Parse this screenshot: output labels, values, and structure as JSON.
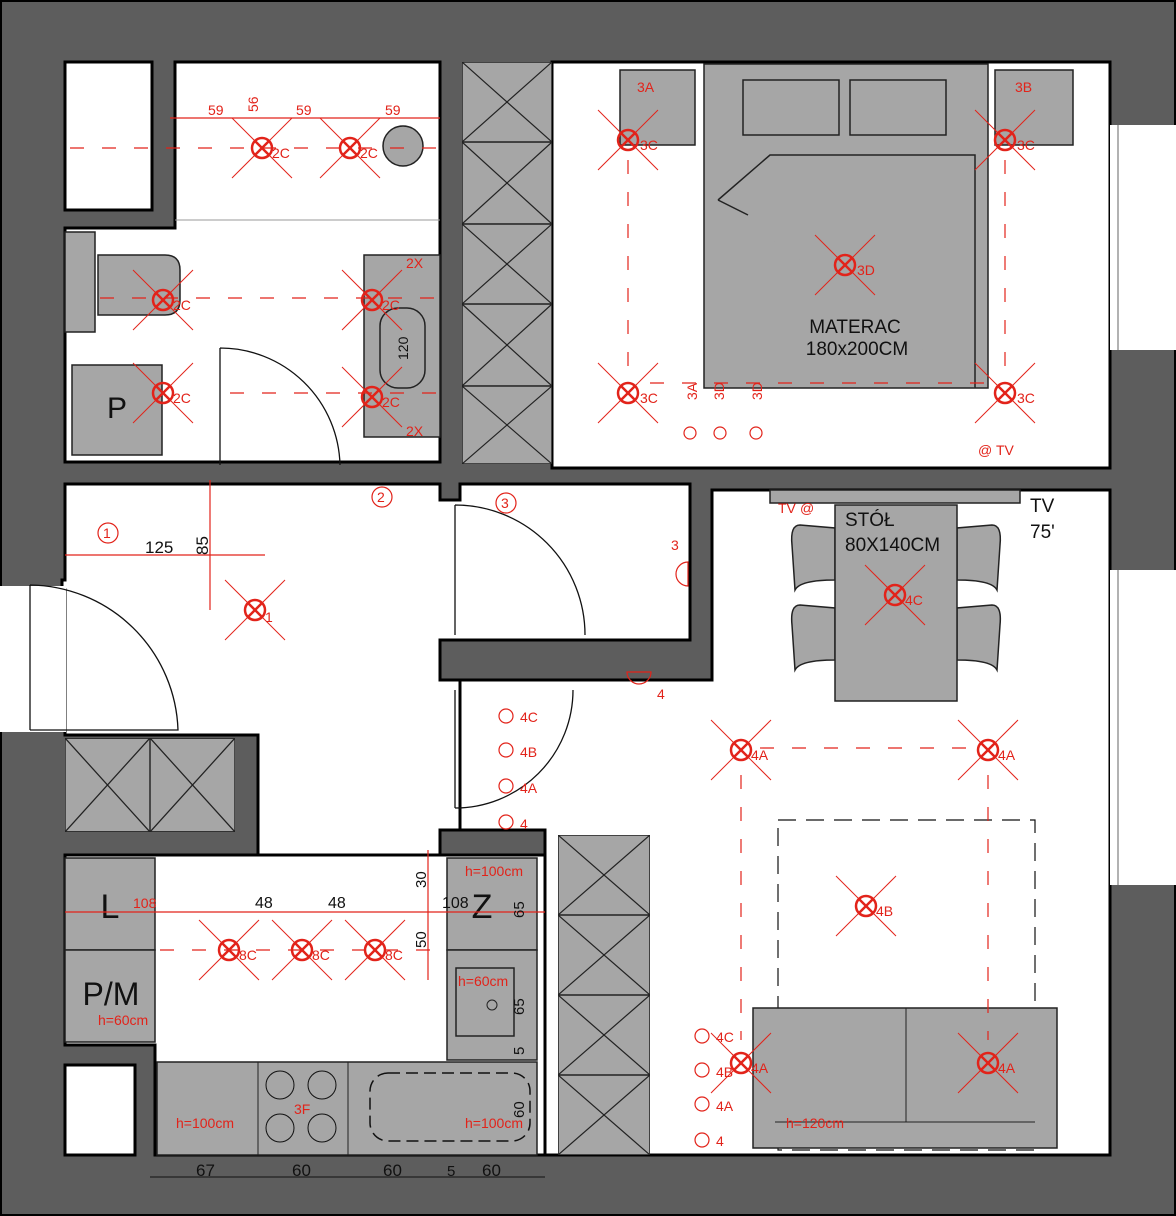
{
  "colors": {
    "wall": "#5d5d5d",
    "furniture": "#a6a6a6",
    "annotation": "#e2231a"
  },
  "rooms": {
    "bedroom": {
      "bed_label": "MATERAC",
      "bed_size": "180x200CM"
    },
    "dining": {
      "table_label": "STÓŁ",
      "table_size": "80X140CM",
      "tv_label": "TV",
      "tv_size": "75'"
    },
    "bathroom": {
      "cabinet_label": "P"
    },
    "kitchen": {
      "left_label": "L",
      "fridge_label": "P/M",
      "sink_label": "Z"
    }
  },
  "heights": {
    "pm": "h=60cm",
    "sink": "h=60cm",
    "sink_top": "h=100cm",
    "counter_left": "h=100cm",
    "counter_right": "h=100cm",
    "sofa": "h=120cm"
  },
  "fixtures": [
    "2C",
    "2C",
    "2C",
    "2C",
    "2C",
    "2C",
    "3C",
    "3C",
    "3C",
    "3C",
    "3D",
    "1",
    "4C",
    "4A",
    "4A",
    "4B",
    "4A",
    "4A",
    "8C",
    "8C",
    "8C"
  ],
  "switches": {
    "bed_left": [
      "3A",
      "3D",
      "3D"
    ],
    "bed_nightstand_left": "3A",
    "bed_nightstand_right": "3B",
    "hall_switches": [
      "4C",
      "4B",
      "4A",
      "4"
    ],
    "living_switches": [
      "4C",
      "4B",
      "4A",
      "4"
    ],
    "door_marks": [
      "1",
      "2",
      "3",
      "3",
      "4"
    ],
    "bath_marks": [
      "2X",
      "2X"
    ],
    "stove": "3F",
    "tv_sockets_upper": [
      "@",
      "TV"
    ],
    "tv_sockets_lower": [
      "TV",
      "@"
    ]
  },
  "dimensions": {
    "bath": [
      "59",
      "59",
      "59",
      "56",
      "120"
    ],
    "hall": [
      "125",
      "85"
    ],
    "kitchen_top": [
      "108",
      "48",
      "48",
      "108"
    ],
    "kitchen_side": [
      "30",
      "50",
      "65",
      "65",
      "5",
      "60"
    ],
    "kitchen_bottom": [
      "67",
      "60",
      "60",
      "5",
      "60"
    ]
  }
}
